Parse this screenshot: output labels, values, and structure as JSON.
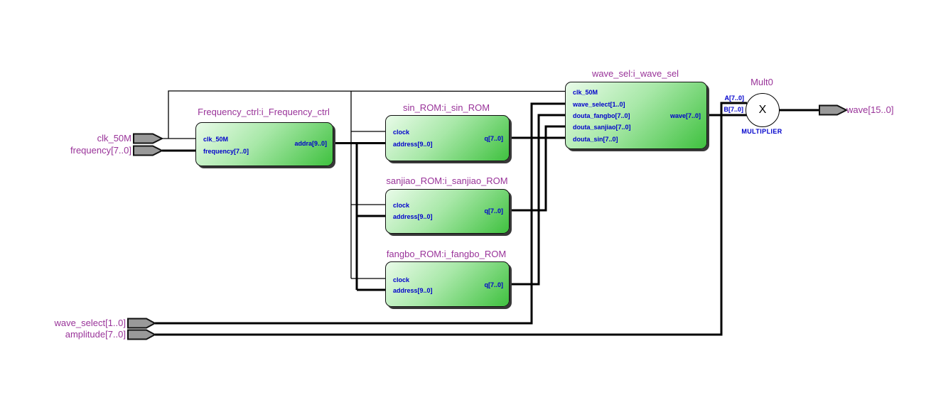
{
  "pins_in": [
    {
      "label": "clk_50M"
    },
    {
      "label": "frequency[7..0]"
    },
    {
      "label": "wave_select[1..0]"
    },
    {
      "label": "amplitude[7..0]"
    }
  ],
  "pin_out": {
    "label": "wave[15..0]"
  },
  "blocks": [
    {
      "title": "Frequency_ctrl:i_Frequency_ctrl",
      "left_ports": [
        "clk_50M",
        "frequency[7..0]"
      ],
      "right_ports": [
        "addra[9..0]"
      ]
    },
    {
      "title": "sin_ROM:i_sin_ROM",
      "left_ports": [
        "clock",
        "address[9..0]"
      ],
      "right_ports": [
        "q[7..0]"
      ]
    },
    {
      "title": "sanjiao_ROM:i_sanjiao_ROM",
      "left_ports": [
        "clock",
        "address[9..0]"
      ],
      "right_ports": [
        "q[7..0]"
      ]
    },
    {
      "title": "fangbo_ROM:i_fangbo_ROM",
      "left_ports": [
        "clock",
        "address[9..0]"
      ],
      "right_ports": [
        "q[7..0]"
      ]
    },
    {
      "title": "wave_sel:i_wave_sel",
      "left_ports": [
        "clk_50M",
        "wave_select[1..0]",
        "douta_fangbo[7..0]",
        "douta_sanjiao[7..0]",
        "douta_sin[7..0]"
      ],
      "right_ports": [
        "wave[7..0]"
      ]
    }
  ],
  "multiplier": {
    "title": "Mult0",
    "symbol": "X",
    "type_label": "MULTIPLIER",
    "port_a": "A[7..0]",
    "port_b": "B[7..0]"
  },
  "colors": {
    "block_green_light": "#e9fbe9",
    "block_green_dark": "#3fc13f",
    "label_purple": "#993399",
    "port_blue": "#0000cc",
    "pin_gray": "#999999",
    "wire": "#000000"
  }
}
